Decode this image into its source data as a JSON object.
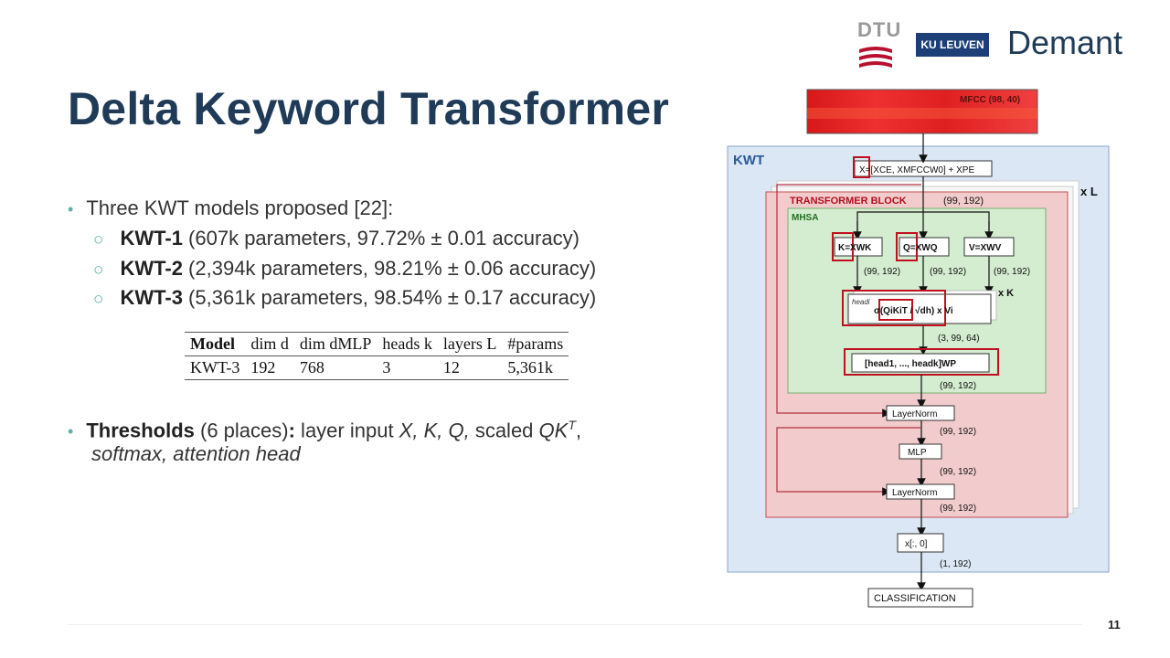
{
  "slide": {
    "title": "Delta Keyword Transformer",
    "bullets": [
      {
        "text": "Three KWT models proposed [22]:"
      }
    ],
    "subbullets": [
      {
        "bold": "KWT-1",
        "text": " (607k parameters, 97.72% ± 0.01 accuracy)"
      },
      {
        "bold": "KWT-2",
        "text": " (2,394k parameters, 98.21% ± 0.06 accuracy)"
      },
      {
        "bold": "KWT-3",
        "text": " (5,361k parameters, 98.54% ± 0.17 accuracy)"
      }
    ],
    "thresholds": {
      "bold": "Thresholds",
      "mid": " (6 places)",
      "colon": ":",
      "rest": " layer input ",
      "italic1": "X, K, Q,",
      "rest2": " scaled ",
      "italic2": "QK",
      "sup": "T",
      "comma": ",",
      "line2": "softmax, attention head"
    },
    "page_number": "11"
  },
  "table": {
    "headers": [
      "Model",
      "dim d",
      "dim dMLP",
      "heads k",
      "layers L",
      "#params"
    ],
    "row": [
      "KWT-3",
      "192",
      "768",
      "3",
      "12",
      "5,361k"
    ]
  },
  "logos": {
    "dtu": "DTU",
    "ku": "KU LEUVEN",
    "demant": "Demant"
  },
  "diagram": {
    "mfcc": "MFCC (98, 40)",
    "kwt": "KWT",
    "xl": "x L",
    "xk": "x K",
    "transformer": "TRANSFORMER BLOCK",
    "mhsa": "MHSA",
    "input_eq": "X=[XCE, XMFCCW0] + XPE",
    "k_box": "K=XWK",
    "q_box": "Q=XWQ",
    "v_box": "V=XWV",
    "attn": "σ(QiKiT / √dh) x Vi",
    "head_label": "headi",
    "concat": "[head1, ..., headk]WP",
    "layernorm": "LayerNorm",
    "mlp": "MLP",
    "xslice": "x[:, 0]",
    "classification": "CLASSIFICATION",
    "dims": {
      "d1": "(99, 192)",
      "d_k": "(99, 192)",
      "d_q": "(99, 192)",
      "d_v": "(99, 192)",
      "d_attn": "(3, 99, 64)",
      "d_concat": "(99, 192)",
      "d_ln1": "(99, 192)",
      "d_mlp": "(99, 192)",
      "d_ln2": "(99, 192)",
      "d_out": "(1, 192)"
    }
  }
}
